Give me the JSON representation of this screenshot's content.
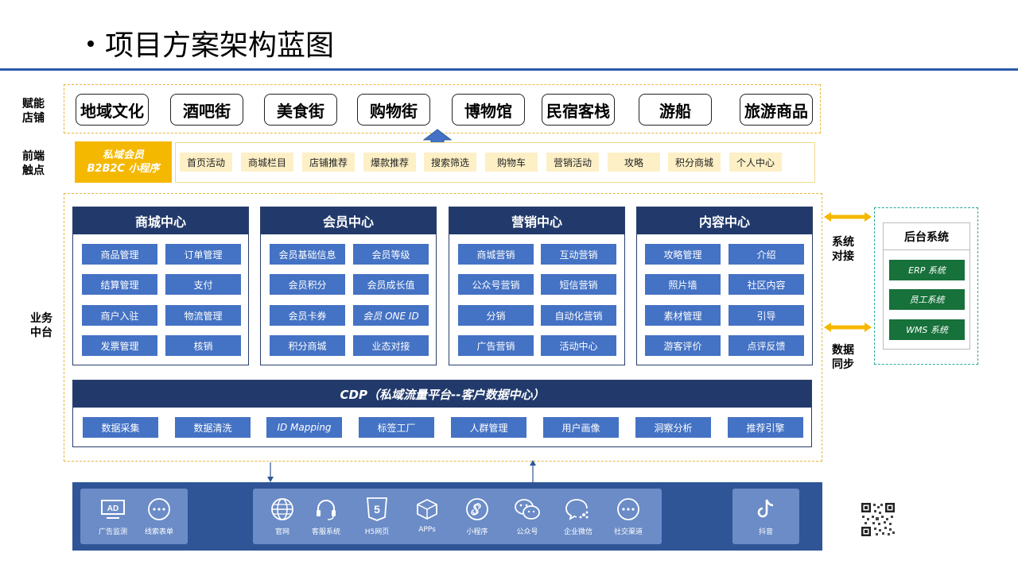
{
  "title": "项目方案架构蓝图",
  "side_labels": {
    "empower": [
      "赋能",
      "店铺"
    ],
    "front": [
      "前端",
      "触点"
    ],
    "business": [
      "业务",
      "中台"
    ],
    "sys_link": [
      "系统",
      "对接"
    ],
    "data_sync": [
      "数据",
      "同步"
    ]
  },
  "shops": [
    "地域文化",
    "酒吧街",
    "美食街",
    "购物街",
    "博物馆",
    "民宿客栈",
    "游船",
    "旅游商品"
  ],
  "mini_program": {
    "line1": "私域会员",
    "line2": "B2B2C 小程序"
  },
  "front_items": [
    "首页活动",
    "商城栏目",
    "店铺推荐",
    "爆款推荐",
    "搜索筛选",
    "购物车",
    "营销活动",
    "攻略",
    "积分商城",
    "个人中心"
  ],
  "centers": [
    {
      "title": "商城中心",
      "modules": [
        "商品管理",
        "订单管理",
        "结算管理",
        "支付",
        "商户入驻",
        "物流管理",
        "发票管理",
        "核销"
      ]
    },
    {
      "title": "会员中心",
      "modules": [
        "会员基础信息",
        "会员等级",
        "会员积分",
        "会员成长值",
        "会员卡券",
        "会员 ONE ID",
        "积分商城",
        "业态对接"
      ]
    },
    {
      "title": "营销中心",
      "modules": [
        "商城营销",
        "互动营销",
        "公众号营销",
        "短信营销",
        "分销",
        "自动化营销",
        "广告营销",
        "活动中心"
      ]
    },
    {
      "title": "内容中心",
      "modules": [
        "攻略管理",
        "介绍",
        "照片墙",
        "社区内容",
        "素材管理",
        "引导",
        "游客评价",
        "点评反馈"
      ]
    }
  ],
  "cdp": {
    "title": "CDP（私域流量平台--客户数据中心）",
    "modules": [
      "数据采集",
      "数据清洗",
      "ID Mapping",
      "标签工厂",
      "人群管理",
      "用户画像",
      "洞察分析",
      "推荐引擎"
    ]
  },
  "backend": {
    "title": "后台系统",
    "systems": [
      "ERP 系统",
      "员工系统",
      "WMS 系统"
    ]
  },
  "channels_left": [
    {
      "icon": "ad-icon",
      "label": "广告监测"
    },
    {
      "icon": "form-dots-icon",
      "label": "线索表单"
    }
  ],
  "channels_mid": [
    {
      "icon": "globe-icon",
      "label": "官网"
    },
    {
      "icon": "headset-icon",
      "label": "客服系统"
    },
    {
      "icon": "html5-icon",
      "label": "H5网页"
    },
    {
      "icon": "cube-icon",
      "label": "APPs"
    },
    {
      "icon": "mini-program-icon",
      "label": "小程序"
    },
    {
      "icon": "wechat-icon",
      "label": "公众号"
    },
    {
      "icon": "wecom-icon",
      "label": "企业微信"
    },
    {
      "icon": "social-dots-icon",
      "label": "社交渠道"
    }
  ],
  "channels_right": [
    {
      "icon": "douyin-icon",
      "label": "抖音"
    }
  ],
  "colors": {
    "navy": "#223a6b",
    "module_blue": "#4472c4",
    "gold": "#f5b800",
    "green": "#17713a",
    "bottom_bar": "#2f5597",
    "rule_blue": "#2e5aa8"
  }
}
